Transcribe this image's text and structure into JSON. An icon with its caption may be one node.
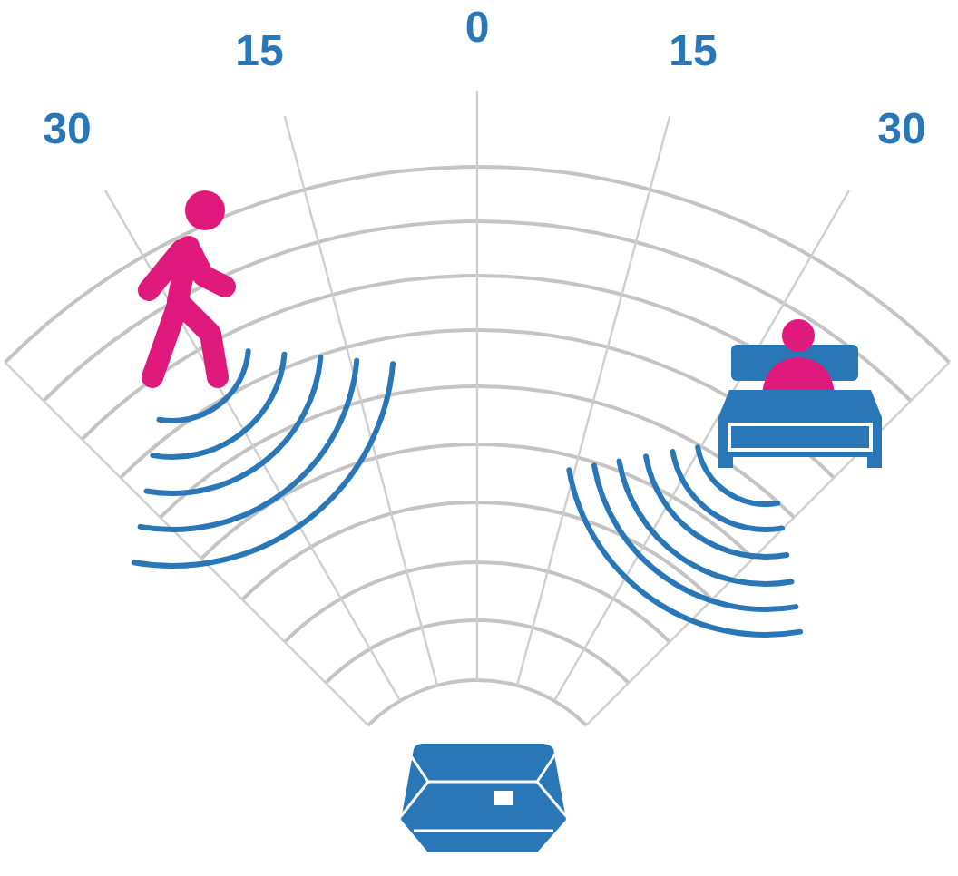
{
  "diagram": {
    "labels": [
      "30",
      "15",
      "0",
      "15",
      "30"
    ]
  }
}
